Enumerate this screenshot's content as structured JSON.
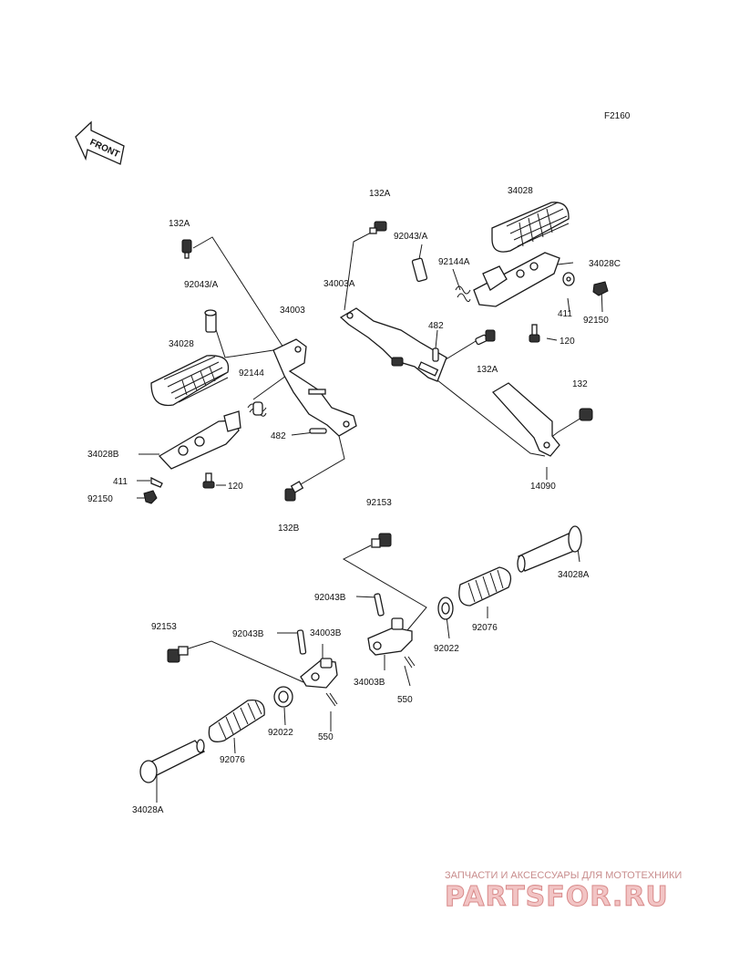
{
  "figure_code": "F2160",
  "front_arrow_text": "FRONT",
  "labels": {
    "l_132a_center": "132A",
    "l_34028_right": "34028",
    "l_132a_left": "132A",
    "l_92043a_right": "92043/A",
    "l_92144a": "92144A",
    "l_34028c": "34028C",
    "l_92043a_left": "92043/A",
    "l_34003a": "34003A",
    "l_34003": "34003",
    "l_411_right": "411",
    "l_92150_right": "92150",
    "l_482_right": "482",
    "l_120_right": "120",
    "l_34028_left": "34028",
    "l_92144": "92144",
    "l_132a_right": "132A",
    "l_132": "132",
    "l_482_left": "482",
    "l_34028b": "34028B",
    "l_411_left": "411",
    "l_120_left": "120",
    "l_92150_left": "92150",
    "l_14090": "14090",
    "l_132b": "132B",
    "l_92153_top": "92153",
    "l_34028a_right": "34028A",
    "l_92043b_right": "92043B",
    "l_92076_right": "92076",
    "l_92022_right": "92022",
    "l_92153_left": "92153",
    "l_92043b_left": "92043B",
    "l_34003b_left": "34003B",
    "l_34003b_right": "34003B",
    "l_550_right": "550",
    "l_92022_left": "92022",
    "l_550_left": "550",
    "l_92076_left": "92076",
    "l_34028a_left": "34028A"
  },
  "watermark": {
    "tagline": "ЗАПЧАСТИ И АКСЕССУАРЫ ДЛЯ МОТОТЕХНИКИ",
    "brand": "PARTSFOR.RU"
  }
}
